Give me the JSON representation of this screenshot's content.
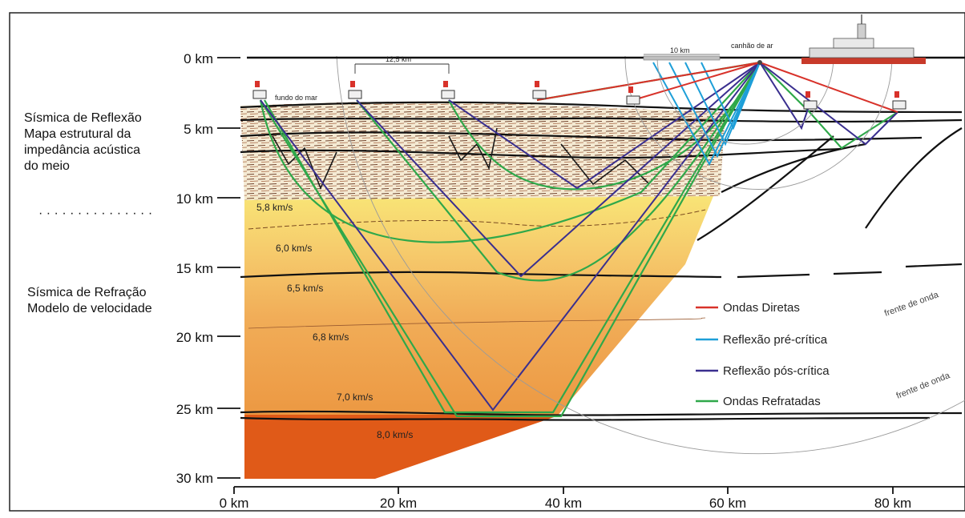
{
  "depth_labels": [
    "0 km",
    "5 km",
    "10 km",
    "15 km",
    "20 km",
    "25 km",
    "30 km"
  ],
  "distance_labels": [
    "0 km",
    "20 km",
    "40 km",
    "60 km",
    "80 km"
  ],
  "reflection_note": [
    "Sísmica de Reflexão",
    "Mapa estrutural da",
    "impedância acústica",
    "do meio"
  ],
  "separator": "· · · · · · · · · · · · · · ·",
  "refraction_note": [
    "Sísmica de Refração",
    "Modelo de velocidade"
  ],
  "velocities": [
    "5,8 km/s",
    "6,0 km/s",
    "6,5 km/s",
    "6,8 km/s",
    "7,0 km/s",
    "8,0 km/s"
  ],
  "annotations": {
    "obs_spacing": "12,5 km",
    "streamer_length": "10 km",
    "airgun": "canhão de ar",
    "seafloor": "fundo do mar",
    "wavefront_1": "frente de onda",
    "wavefront_2": "frente de onda"
  },
  "legend": [
    {
      "label": "Ondas Diretas",
      "color": "#d8322a"
    },
    {
      "label": "Reflexão pré-crítica",
      "color": "#1e9fd8"
    },
    {
      "label": "Reflexão pós-crítica",
      "color": "#3a2f8f"
    },
    {
      "label": "Ondas Refratadas",
      "color": "#2fa84a"
    }
  ],
  "colors": {
    "layer_58": "#f7e06a",
    "layer_60": "#f5c368",
    "layer_65": "#f3ad5a",
    "layer_68": "#eea04a",
    "mantle": "#e05a18",
    "obs": "#d8322a"
  }
}
